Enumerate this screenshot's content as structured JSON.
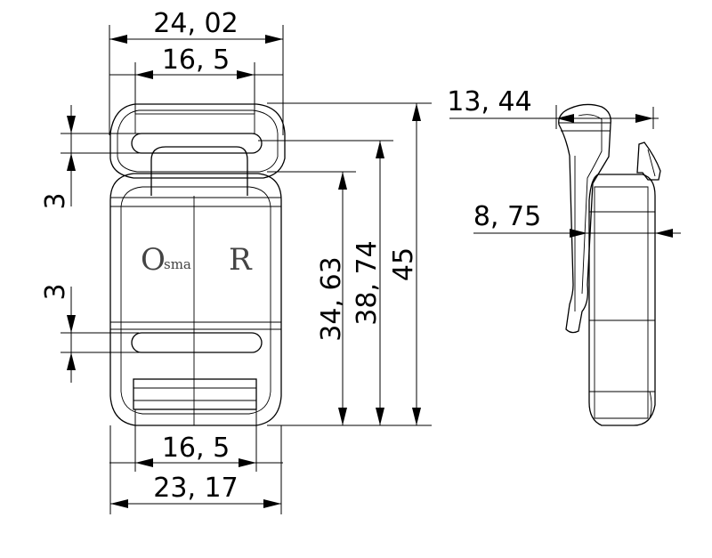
{
  "dimensions": {
    "top_overall_width": "24, 02",
    "top_slot_width": "16, 5",
    "bottom_slot_width": "16, 5",
    "bottom_overall_width": "23, 17",
    "upper_slot_gap": "3",
    "lower_slot_gap": "3",
    "height_short": "34, 63",
    "height_mid": "38, 74",
    "height_total": "45",
    "side_depth": "13, 44",
    "side_thickness": "8, 75"
  },
  "logo": {
    "big_o": "O",
    "middle": "sma",
    "big_r": "R"
  }
}
